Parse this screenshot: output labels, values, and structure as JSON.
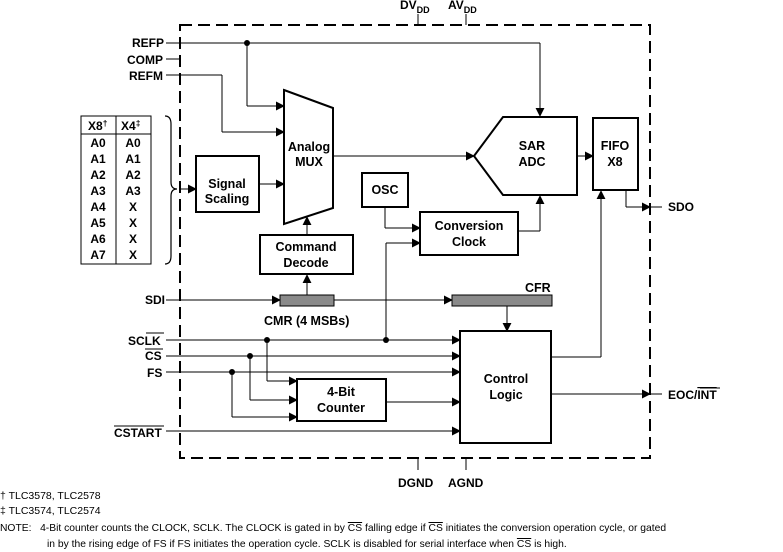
{
  "supply": {
    "dv": "DV",
    "av": "AV",
    "dd": "DD"
  },
  "ground": {
    "dgnd": "DGND",
    "agnd": "AGND"
  },
  "pins": {
    "refp": "REFP",
    "comp": "COMP",
    "refm": "REFM",
    "sdi": "SDI",
    "sclk": "SCLK",
    "cs": "CS",
    "fs": "FS",
    "cstart": "CSTART",
    "sdo": "SDO",
    "eoc": "EOC/",
    "int": "INT"
  },
  "channel_table": {
    "header_x8": "X8",
    "header_x4": "X4",
    "dagger": "†",
    "ddagger": "‡",
    "x8": [
      "A0",
      "A1",
      "A2",
      "A3",
      "A4",
      "A5",
      "A6",
      "A7"
    ],
    "x4": [
      "A0",
      "A1",
      "A2",
      "A3",
      "X",
      "X",
      "X",
      "X"
    ]
  },
  "blocks": {
    "signal_scaling": [
      "Signal",
      "Scaling"
    ],
    "analog_mux": [
      "Analog",
      "MUX"
    ],
    "command_decode": [
      "Command",
      "Decode"
    ],
    "osc": "OSC",
    "conversion_clock": [
      "Conversion",
      "Clock"
    ],
    "sar_adc": [
      "SAR",
      "ADC"
    ],
    "fifo": [
      "FIFO",
      "X8"
    ],
    "cfr": "CFR",
    "cmr": "CMR (4 MSBs)",
    "counter": [
      "4-Bit",
      "Counter"
    ],
    "control_logic": [
      "Control",
      "Logic"
    ]
  },
  "footnotes": {
    "dagger_note": "TLC3578, TLC2578",
    "ddagger_note": "TLC3574, TLC2574",
    "note_label": "NOTE:",
    "note_1a": "4-Bit counter counts the CLOCK, SCLK. The CLOCK is gated in by ",
    "note_1_cs1": "CS",
    "note_1b": " falling edge if ",
    "note_1_cs2": "CS",
    "note_1c": " initiates the conversion operation cycle, or gated",
    "note_2a": "in by the rising edge of FS if FS initiates the operation cycle. SCLK is disabled for serial interface when ",
    "note_2_cs": "CS",
    "note_2b": " is high."
  }
}
